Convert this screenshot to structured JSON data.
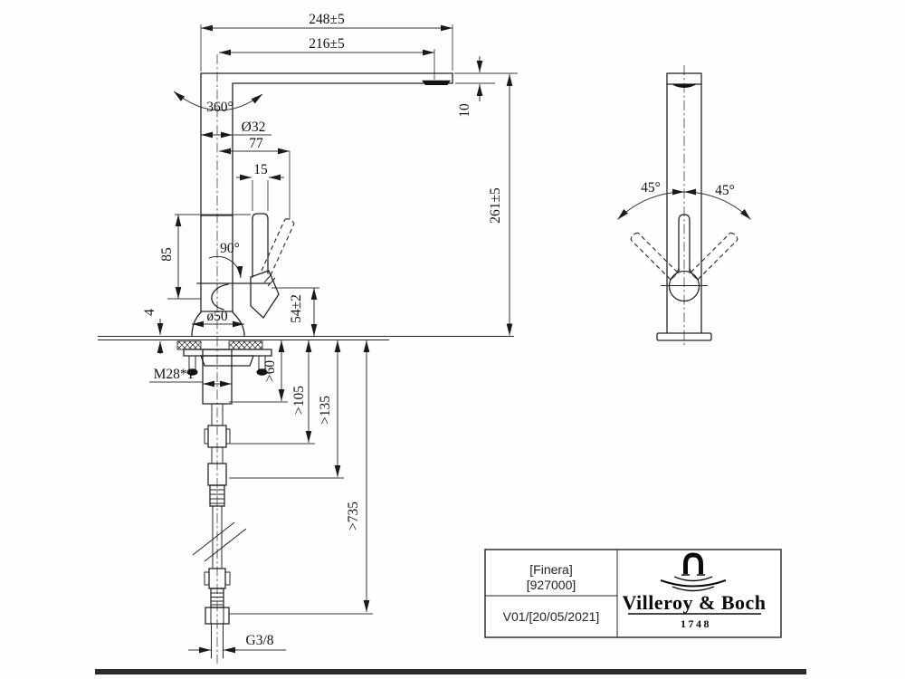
{
  "side_view": {
    "spout_reach": "248±5",
    "spout_reach_inner": "216±5",
    "spout_thickness": "10",
    "spout_height": "261±5",
    "swivel_angle": "360°",
    "column_diameter": "Ø32",
    "handle_reach": "77",
    "handle_width": "15",
    "handle_height": "85",
    "handle_open_angle": "90°",
    "base_diameter": "ø50",
    "base_height": "54±2",
    "deck_thickness": "4",
    "thread": "M28*1",
    "clearance_shank": ">60",
    "clearance_mid": ">105",
    "clearance_low": ">135",
    "hose_length": ">735",
    "connection": "G3/8"
  },
  "front_view": {
    "swing_left": "45°",
    "swing_right": "45°"
  },
  "title_block": {
    "product_name": "[Finera]",
    "product_code": "[927000]",
    "version": "V01/[20/05/2021]",
    "brand": "Villeroy & Boch",
    "brand_year": "1748"
  }
}
